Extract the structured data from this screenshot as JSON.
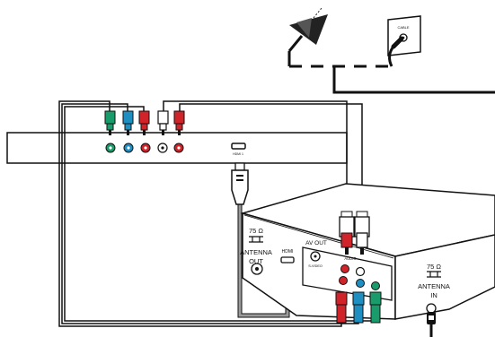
{
  "tv_panel": {
    "hdmi_label": "HDMI 1"
  },
  "wall_socket": {
    "label": "CABLE"
  },
  "set_top_box": {
    "antenna_out": {
      "ohm": "75 Ω",
      "line1": "ANTENNA",
      "line2": "OUT"
    },
    "hdmi_port_label": "HDMI",
    "av_out_label": "AV OUT",
    "svideo_label": "S-VIDEO",
    "audio_label": "AUDIO",
    "antenna_in": {
      "ohm": "75 Ω",
      "line1": "ANTENNA",
      "line2": "IN"
    }
  },
  "colors": {
    "green": "#1a9b6b",
    "blue": "#1f8fc2",
    "red": "#d0242a",
    "white": "#ffffff",
    "outline": "#111111",
    "cable": "#9a9a9a"
  }
}
